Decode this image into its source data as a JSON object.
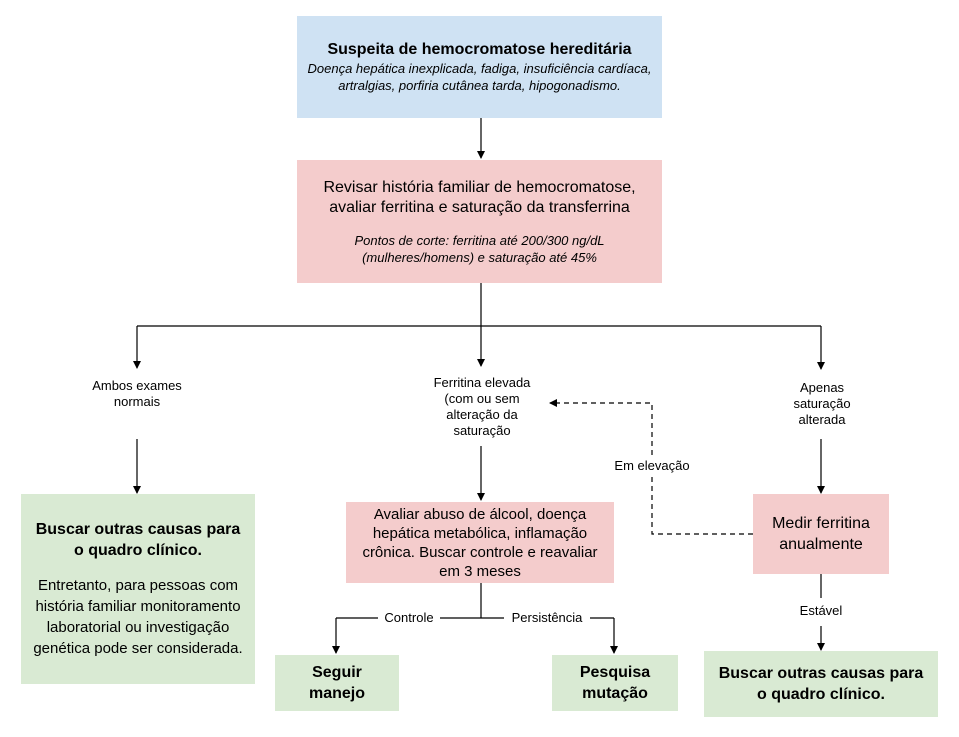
{
  "nodes": {
    "suspeita": {
      "title": "Suspeita de hemocromatose hereditária",
      "subtitle": "Doença hepática inexplicada, fadiga, insuficiência cardíaca, artralgias, porfiria cutânea tarda, hipogonadismo."
    },
    "revisar": {
      "main": "Revisar história familiar de hemocromatose, avaliar ferritina e saturação da transferrina",
      "note": "Pontos de corte: ferritina até 200/300 ng/dL (mulheres/homens) e saturação até 45%"
    },
    "buscar_outras_left": {
      "title": "Buscar outras causas para o quadro clínico.",
      "body": "Entretanto, para pessoas com história familiar monitoramento laboratorial ou investigação genética pode ser considerada."
    },
    "avaliar_alcool": "Avaliar abuso de álcool, doença hepática metabólica, inflamação crônica. Buscar controle e reavaliar em 3 meses",
    "medir_ferritina": "Medir ferritina anualmente",
    "seguir_manejo": "Seguir manejo",
    "pesquisa_mutacao": "Pesquisa mutação",
    "buscar_outras_right": "Buscar outras causas para o quadro clínico."
  },
  "labels": {
    "ambos_normais": "Ambos exames normais",
    "ferritina_elevada": "Ferritina elevada (com ou sem alteração da saturação",
    "apenas_saturacao": "Apenas saturação alterada",
    "controle": "Controle",
    "persistencia": "Persistência",
    "em_elevacao": "Em elevação",
    "estavel": "Estável"
  },
  "colors": {
    "start": "#cfe2f3",
    "process": "#f4cccc",
    "outcome": "#d9ead3",
    "line": "#000000"
  }
}
